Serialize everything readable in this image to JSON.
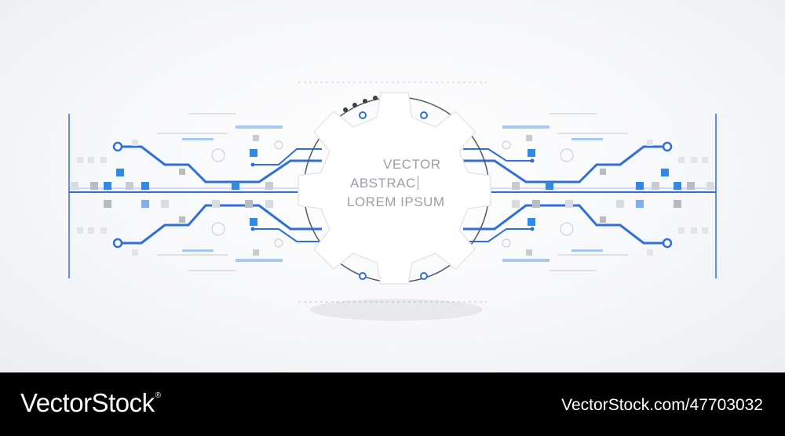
{
  "artwork": {
    "gear_text": {
      "line1": "VECTOR",
      "line2": "ABSTRAC",
      "line3": "LOREM IPSUM"
    },
    "colors": {
      "circuit_blue": "#2f6fd6",
      "light_blue": "#7fb0ee",
      "grey_square": "#b8bcc2",
      "gear_fill": "#ffffff",
      "text_grey": "#9aa0a8"
    },
    "icons": [
      "gear-icon",
      "circuit-board-icon"
    ]
  },
  "footer": {
    "brand": "VectorStock",
    "brand_mark": "®",
    "image_id": "VectorStock.com/47703032"
  }
}
